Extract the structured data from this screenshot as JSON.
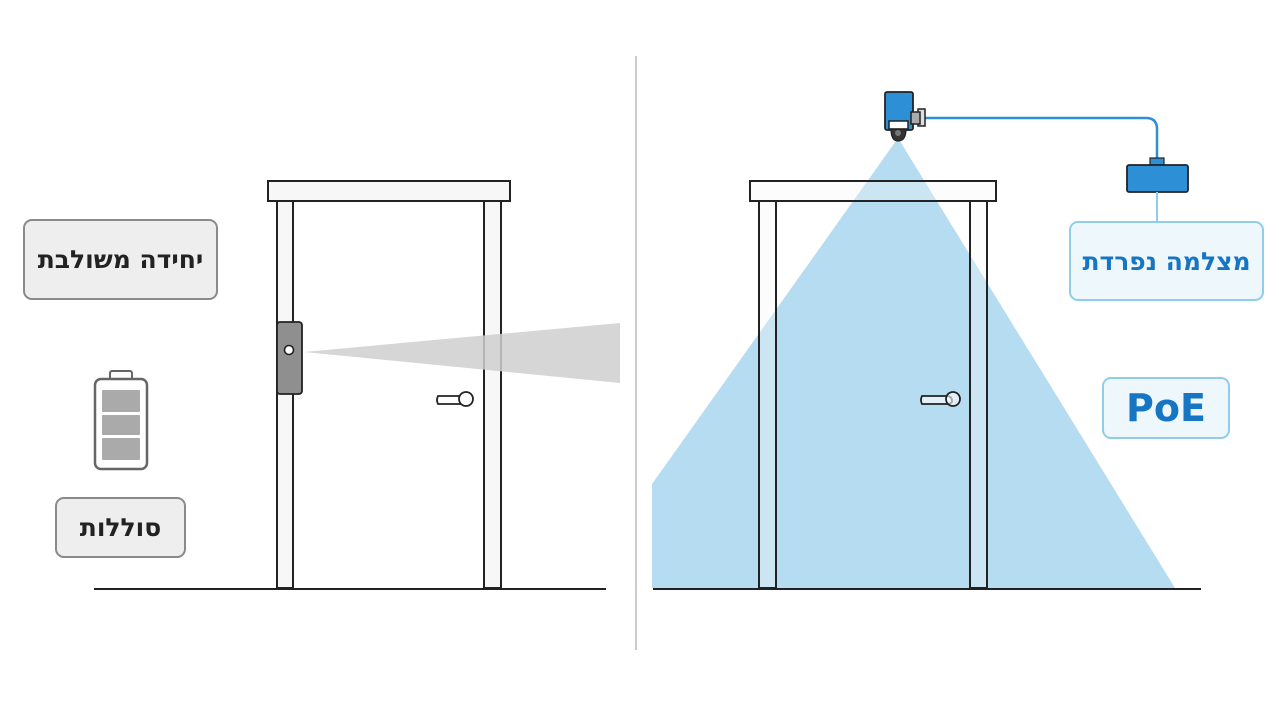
{
  "panels": {
    "left": {
      "integrated_unit_label": "יחידה משולבת",
      "batteries_label": "סוללות",
      "battery_icon": "battery-icon",
      "battery_level": 1.0
    },
    "right": {
      "separate_camera_label": "מצלמה נפרדת",
      "poe_label": "PoE",
      "camera_icon": "ceiling-camera-icon",
      "power_unit_icon": "poe-injector-icon"
    }
  },
  "colors": {
    "line": "#222222",
    "divider": "#cccccc",
    "door_frame_fill": "#f7f7f7",
    "device_gray": "#8f8f8f",
    "view_cone_gray": "#cfcfcf",
    "view_cone_blue": "#a9d6ef",
    "camera_blue": "#2d8fd6",
    "cable_blue": "#2d8fd6",
    "text_blue": "#1676c4"
  }
}
